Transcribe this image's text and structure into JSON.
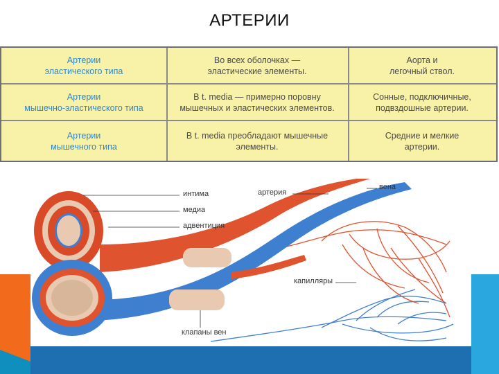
{
  "slide": {
    "title": "АРТЕРИИ"
  },
  "table": {
    "rows": [
      {
        "type": "Артерии\nэластического типа",
        "description": "Во всех оболочках —\nэластические элементы.",
        "examples": "Аорта и\nлегочный ствол."
      },
      {
        "type": "Артерии\nмышечно-эластического типа",
        "description": "В t. media — примерно поровну\nмышечных и эластических элементов.",
        "examples": "Сонные, подключичные,\nподвздошные артерии."
      },
      {
        "type": "Артерии\nмышечного типа",
        "description": "В t. media преобладают мышечные\nэлементы.",
        "examples": "Средние и мелкие\nартерии."
      }
    ]
  },
  "illustration": {
    "labels": {
      "intima": "интима",
      "media": "медиа",
      "adventitia": "адвентиция",
      "artery": "артерия",
      "vein": "вена",
      "capillaries": "капилляры",
      "valves": "клапаны вен"
    },
    "colors": {
      "artery": "#e0532f",
      "vein": "#3f7fd0",
      "inner": "#e9c9b0"
    }
  }
}
